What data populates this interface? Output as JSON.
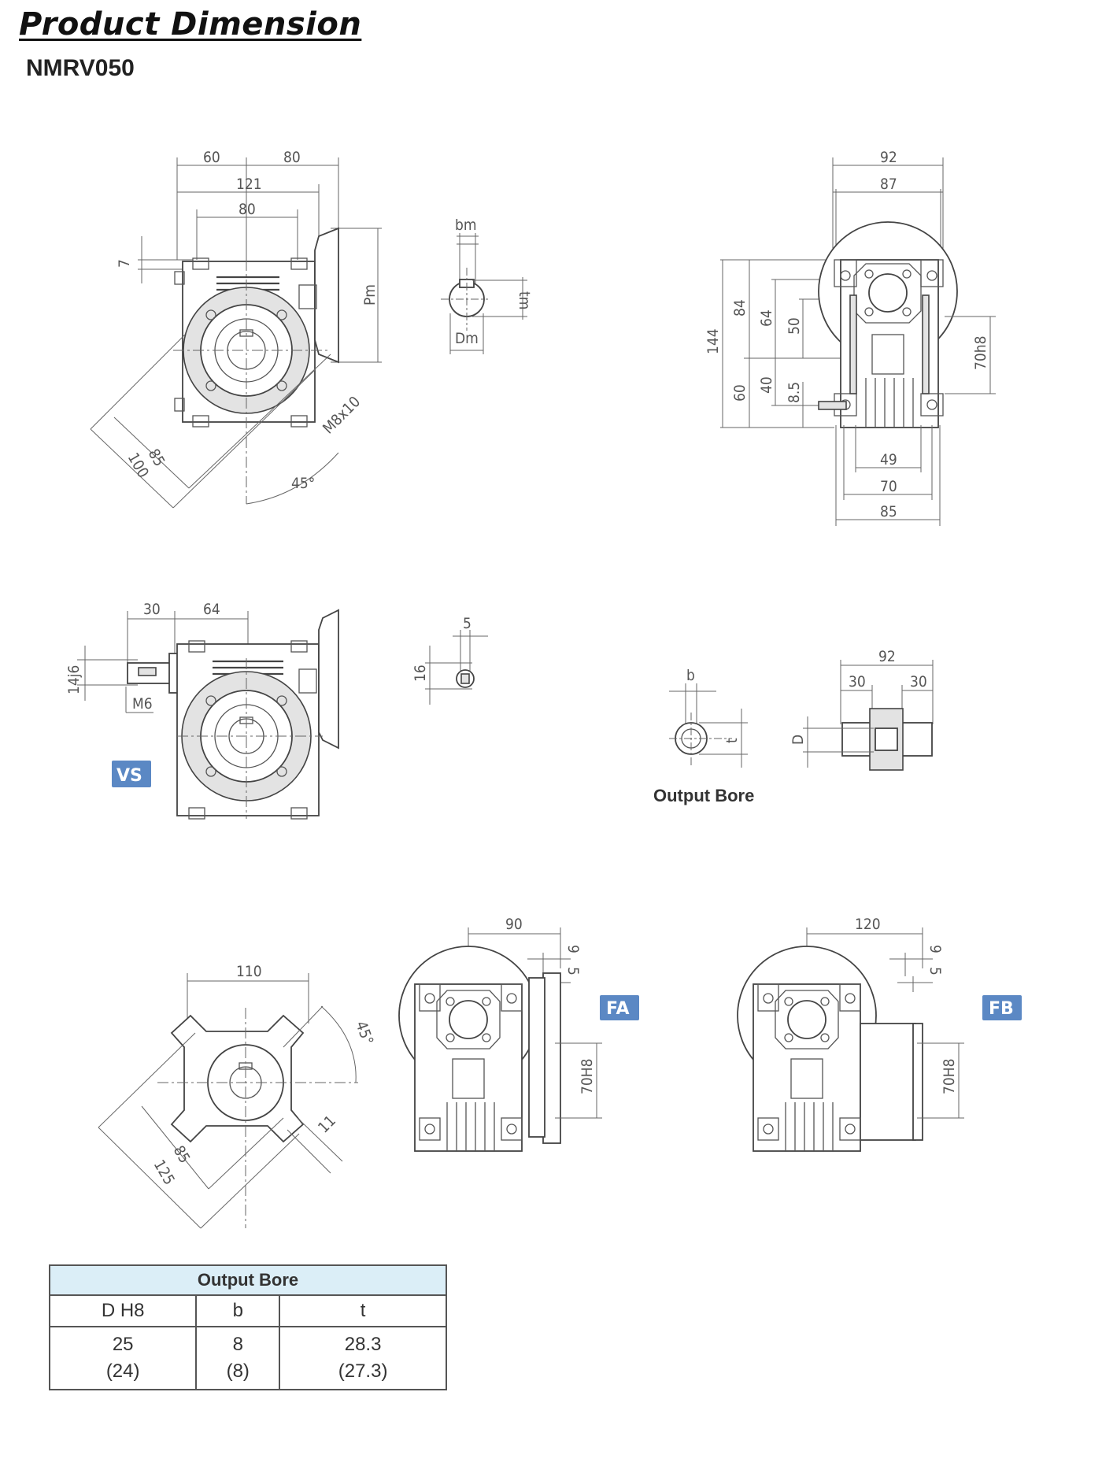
{
  "header": {
    "title": "Product Dimension",
    "model": "NMRV050"
  },
  "views": {
    "front": {
      "dims": [
        "60",
        "80",
        "121",
        "80",
        "7",
        "Pm",
        "85",
        "100",
        "45°",
        "M8x10"
      ]
    },
    "keyway": {
      "dims": [
        "bm",
        "tm",
        "Dm"
      ]
    },
    "side": {
      "dims": [
        "92",
        "87",
        "144",
        "84",
        "64",
        "50",
        "60",
        "40",
        "8.5",
        "70h8",
        "49",
        "70",
        "85"
      ]
    },
    "vs_view": {
      "badge": "VS",
      "dims": [
        "30",
        "64",
        "14j6",
        "M6"
      ]
    },
    "shaft_key": {
      "dims": [
        "5",
        "16"
      ]
    },
    "output_bore_view": {
      "caption": "Output Bore",
      "dims": [
        "b",
        "t",
        "D",
        "92",
        "30",
        "30"
      ]
    },
    "flange_view": {
      "dims": [
        "110",
        "45°",
        "85",
        "125",
        "11"
      ]
    },
    "fa_view": {
      "badge": "FA",
      "dims": [
        "90",
        "9",
        "5",
        "70H8"
      ]
    },
    "fb_view": {
      "badge": "FB",
      "dims": [
        "120",
        "9",
        "5",
        "70H8"
      ]
    }
  },
  "table": {
    "title": "Output Bore",
    "headers": [
      "D H8",
      "b",
      "t"
    ],
    "rows": [
      [
        [
          "25",
          "(24)"
        ],
        [
          "8",
          "(8)"
        ],
        [
          "28.3",
          "(27.3)"
        ]
      ]
    ]
  },
  "colors": {
    "line": "#555555",
    "badge": "#5b88c4",
    "table_header": "#dbeef7"
  }
}
